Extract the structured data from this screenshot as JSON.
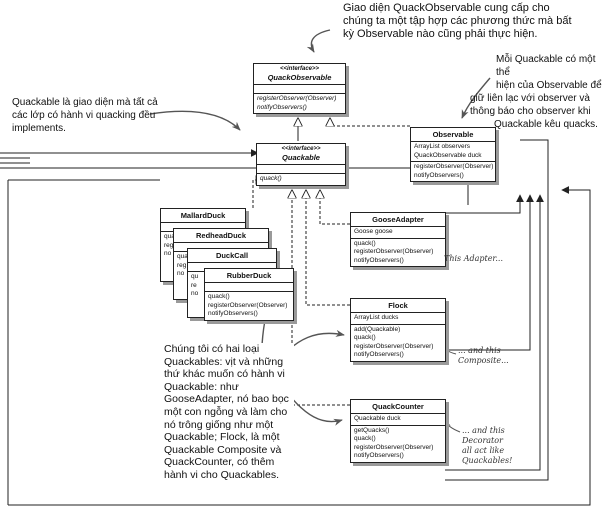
{
  "classes": {
    "quack_observable": {
      "stereotype": "<<interface>>",
      "name": "QuackObservable",
      "methods": [
        "registerObserver(Observer)",
        "notifyObservers()"
      ]
    },
    "quackable": {
      "stereotype": "<<interface>>",
      "name": "Quackable",
      "methods": [
        "quack()"
      ]
    },
    "observable": {
      "name": "Observable",
      "attributes": [
        "ArrayList observers",
        "QuackObservable duck"
      ],
      "methods": [
        "registerObserver(Observer)",
        "notifyObservers()"
      ]
    },
    "mallard_duck": {
      "name": "MallardDuck",
      "partial": [
        "qua",
        "reg",
        "no"
      ]
    },
    "redhead_duck": {
      "name": "RedheadDuck",
      "partial": [
        "qua",
        "reg",
        "no"
      ]
    },
    "duck_call": {
      "name": "DuckCall",
      "partial": [
        "qu",
        "re",
        "no"
      ]
    },
    "rubber_duck": {
      "name": "RubberDuck",
      "methods": [
        "quack()",
        "registerObserver(Observer)",
        "notifyObservers()"
      ]
    },
    "goose_adapter": {
      "name": "GooseAdapter",
      "attributes": [
        "Goose goose"
      ],
      "methods": [
        "quack()",
        "registerObserver(Observer)",
        "notifyObservers()"
      ]
    },
    "flock": {
      "name": "Flock",
      "attributes": [
        "ArrayList ducks"
      ],
      "methods": [
        "add(Quackable)",
        "quack()",
        "registerObserver(Observer)",
        "notifyObservers()"
      ]
    },
    "quack_counter": {
      "name": "QuackCounter",
      "attributes": [
        "Quackable duck"
      ],
      "methods": [
        "getQuacks()",
        "quack()",
        "registerObserver(Observer)",
        "notifyObservers()"
      ]
    }
  },
  "notes": {
    "top": [
      "Giao diện QuackObservable cung cấp cho",
      "chúng ta một tập hợp các phương thức mà bất",
      "kỳ Observable nào cũng phải thực hiện."
    ],
    "right": [
      "Mỗi Quackable có một thể",
      "hiện của Observable để",
      "giữ liên lạc với observer và",
      "thông báo cho observer khi",
      "Quackable kêu quacks."
    ],
    "left": [
      "Quackable là giao diện mà tất cả",
      "các lớp có hành vi quacking đều",
      "implements."
    ],
    "bottom": [
      "Chúng tôi có hai loại",
      "Quackables: vịt và những",
      "thứ khác muốn có hành vi",
      "Quackable: như",
      "GooseAdapter, nó bao bọc",
      "một con ngỗng và làm cho",
      "nó trông giống như một",
      "Quackable; Flock, là một",
      "Quackable Composite và",
      "QuackCounter, có thêm",
      "hành vi cho Quackables."
    ]
  },
  "handwritten": {
    "adapter": [
      "This Adapter..."
    ],
    "composite": [
      "... and this",
      "Composite..."
    ],
    "decorator": [
      "... and this",
      "Decorator",
      "all act like",
      "Quackables!"
    ]
  }
}
